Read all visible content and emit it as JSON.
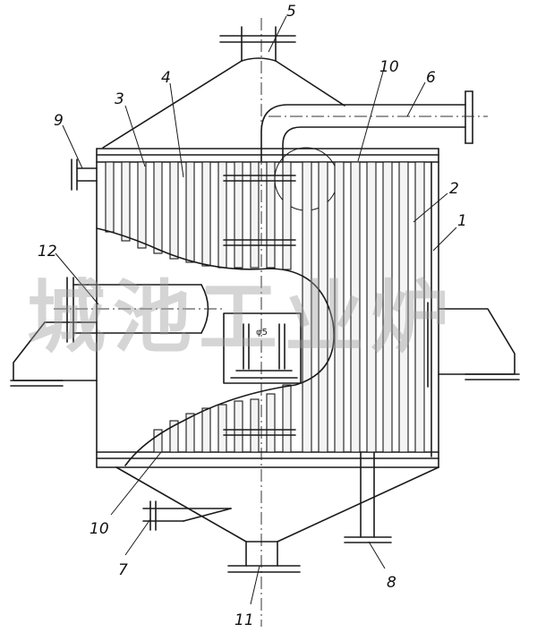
{
  "labels": {
    "l1": "1",
    "l2": "2",
    "l3": "3",
    "l4": "4",
    "l5": "5",
    "l6": "6",
    "l7": "7",
    "l8": "8",
    "l9": "9",
    "l10a": "10",
    "l10b": "10",
    "l11": "11",
    "l12": "12"
  },
  "manhole_mark": "φ5",
  "watermark": "城池工业炉"
}
